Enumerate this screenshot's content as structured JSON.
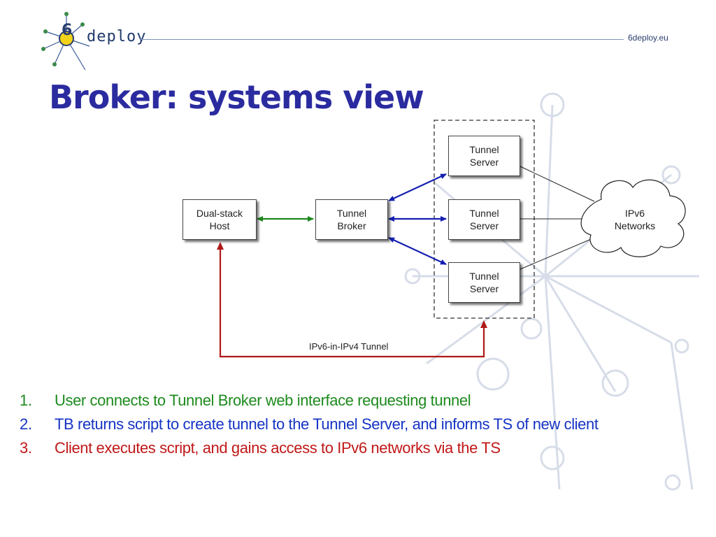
{
  "header": {
    "logo_text": "deploy",
    "site": "6deploy.eu"
  },
  "title": "Broker: systems view",
  "diagram": {
    "dual_stack_host": [
      "Dual-stack",
      "Host"
    ],
    "tunnel_broker": [
      "Tunnel",
      "Broker"
    ],
    "tunnel_server_1": [
      "Tunnel",
      "Server"
    ],
    "tunnel_server_2": [
      "Tunnel",
      "Server"
    ],
    "tunnel_server_3": [
      "Tunnel",
      "Server"
    ],
    "ipv6_networks": [
      "IPv6",
      "Networks"
    ],
    "tunnel_label": "IPv6-in-IPv4 Tunnel"
  },
  "steps": [
    {
      "num": "1.",
      "text": "User connects to Tunnel Broker web interface requesting tunnel"
    },
    {
      "num": "2.",
      "text": "TB returns script to create tunnel to the Tunnel Server, and informs TS of new client"
    },
    {
      "num": "3.",
      "text": "Client executes script, and gains access to IPv6 networks via the TS"
    }
  ],
  "colors": {
    "title": "#2b2ba0",
    "step1": "#1d8a1d",
    "step2": "#1533c4",
    "step3": "#c01818",
    "arrow_green": "#1d8a1d",
    "arrow_blue": "#1520b0",
    "arrow_red": "#b01818"
  }
}
